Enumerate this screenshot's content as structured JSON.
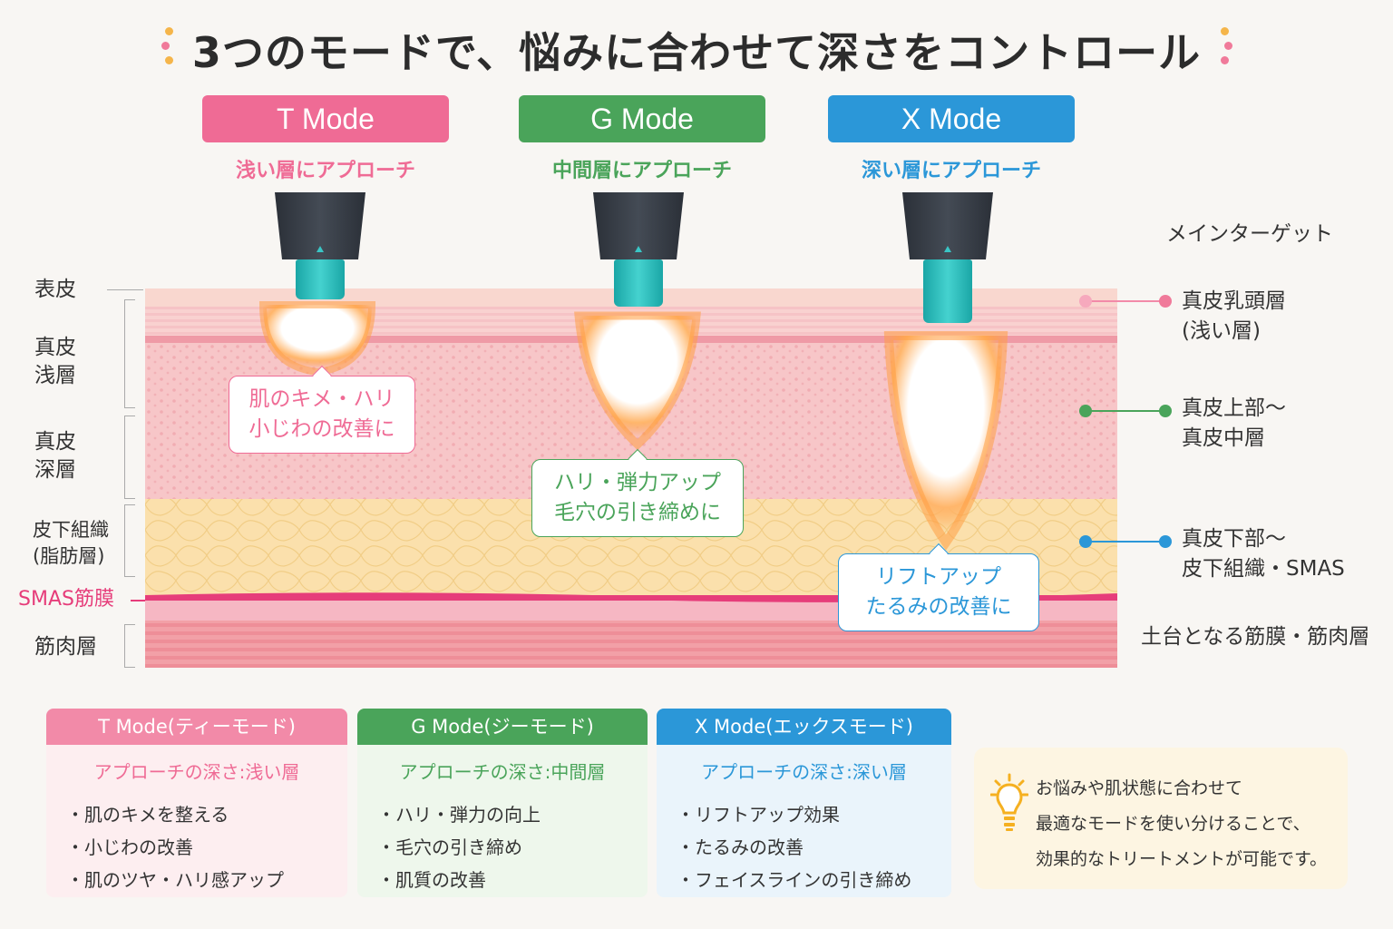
{
  "title": "3つのモードで、悩みに合わせて深さをコントロール",
  "colors": {
    "pink": "#ef6b95",
    "green": "#4aa45a",
    "blue": "#2b97d8"
  },
  "modes": [
    {
      "name": "T Mode",
      "sub": "浅い層にアプローチ",
      "bubble1": "肌のキメ・ハリ",
      "bubble2": "小じわの改善に"
    },
    {
      "name": "G Mode",
      "sub": "中間層にアプローチ",
      "bubble1": "ハリ・弾力アップ",
      "bubble2": "毛穴の引き締めに"
    },
    {
      "name": "X Mode",
      "sub": "深い層にアプローチ",
      "bubble1": "リフトアップ",
      "bubble2": "たるみの改善に"
    }
  ],
  "left_labels": {
    "epidermis": "表皮",
    "dermis_shallow_1": "真皮",
    "dermis_shallow_2": "浅層",
    "dermis_deep_1": "真皮",
    "dermis_deep_2": "深層",
    "subcutis_1": "皮下組織",
    "subcutis_2": "(脂肪層)",
    "smas": "SMAS筋膜",
    "muscle": "筋肉層"
  },
  "right_labels": {
    "header": "メインターゲット",
    "t_1": "真皮乳頭層",
    "t_2": "(浅い層)",
    "g_1": "真皮上部〜",
    "g_2": "真皮中層",
    "x_1": "真皮下部〜",
    "x_2": "皮下組織・SMAS",
    "base": "土台となる筋膜・筋肉層"
  },
  "cards": [
    {
      "head": "T Mode(ティーモード)",
      "depth": "アプローチの深さ:浅い層",
      "items": [
        "・肌のキメを整える",
        "・小じわの改善",
        "・肌のツヤ・ハリ感アップ"
      ]
    },
    {
      "head": "G Mode(ジーモード)",
      "depth": "アプローチの深さ:中間層",
      "items": [
        "・ハリ・弾力の向上",
        "・毛穴の引き締め",
        "・肌質の改善"
      ]
    },
    {
      "head": "X Mode(エックスモード)",
      "depth": "アプローチの深さ:深い層",
      "items": [
        "・リフトアップ効果",
        "・たるみの改善",
        "・フェイスラインの引き締め"
      ]
    }
  ],
  "tip": {
    "line1": "お悩みや肌状態に合わせて",
    "line2": "最適なモードを使い分けることで、",
    "line3": "効果的なトリートメントが可能です。"
  }
}
